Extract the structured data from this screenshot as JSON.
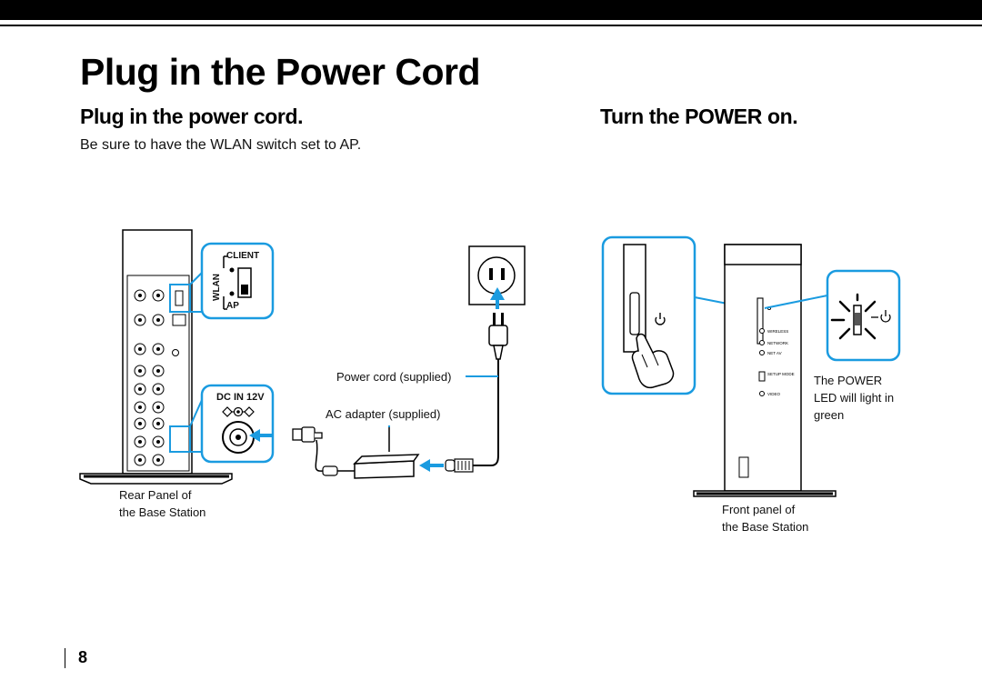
{
  "page": {
    "title": "Plug in the Power Cord",
    "page_number": "8"
  },
  "left_section": {
    "heading": "Plug in the power cord.",
    "instruction": "Be sure to have the WLAN switch set to AP.",
    "rear_panel_caption_line1": "Rear Panel of",
    "rear_panel_caption_line2": "the Base Station",
    "power_cord_label": "Power cord (supplied)",
    "ac_adapter_label": "AC adapter (supplied)",
    "wlan_switch": {
      "client_label": "CLIENT",
      "wlan_label": "WLAN",
      "ap_label": "AP"
    },
    "dc_in_label": "DC IN 12V"
  },
  "right_section": {
    "heading": "Turn the POWER on.",
    "led_note_line1": "The POWER",
    "led_note_line2": "LED will light in",
    "led_note_line3": "green",
    "front_panel_caption_line1": "Front panel of",
    "front_panel_caption_line2": "the Base Station",
    "front_indicators": [
      "WIRELESS",
      "NETWORK",
      "NET AV",
      "SETUP MODE",
      "VIDEO"
    ]
  },
  "colors": {
    "accent_blue": "#1a9be0",
    "ink": "#000000"
  },
  "icons": [
    "power-icon",
    "pointing-hand-icon",
    "wall-outlet-icon",
    "plug-icon",
    "dc-jack-icon",
    "led-glow-icon"
  ]
}
